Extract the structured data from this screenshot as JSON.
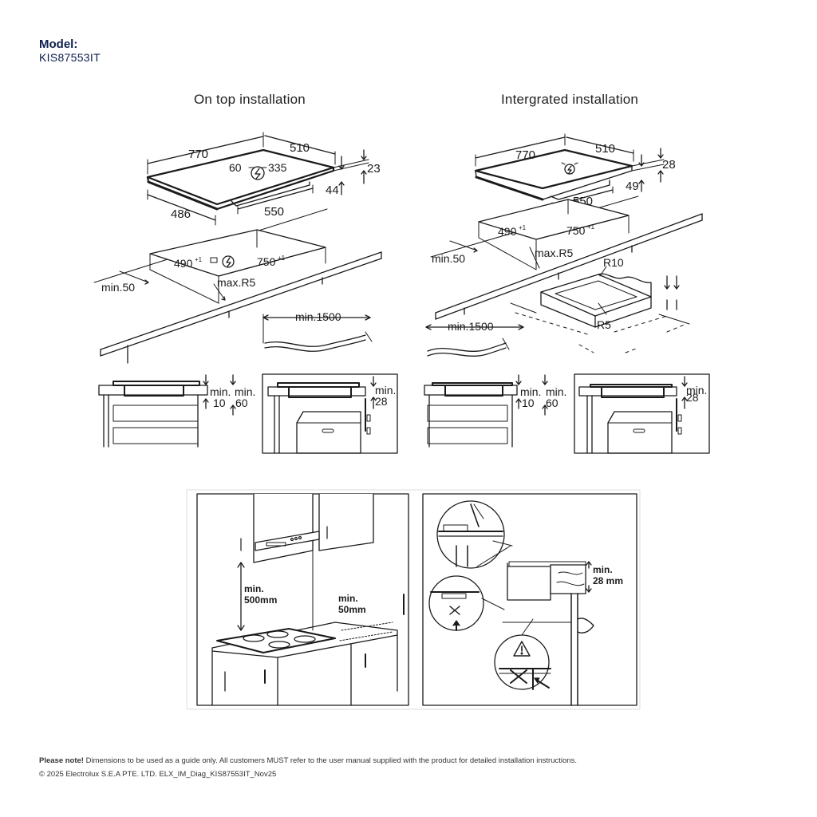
{
  "header": {
    "model_label": "Model:",
    "model_number": "KIS87553IT"
  },
  "sections": {
    "ontop_title": "On top installation",
    "integrated_title": "Intergrated installation"
  },
  "ontop": {
    "hob_width": "770",
    "hob_depth": "510",
    "hob_height": "23",
    "box_depth": "44",
    "ctrl_a": "60",
    "ctrl_b": "335",
    "hob_side": "486",
    "box_width": "550",
    "cut_depth": "490",
    "cut_width": "750",
    "cut_tol": "+1",
    "cut_radius": "max.R5",
    "edge_min": "min.50",
    "cable_min": "min.1500",
    "side1_min_a": "min.",
    "side1_val_a": "10",
    "side1_min_b": "min.",
    "side1_val_b": "60",
    "side2_min": "min.",
    "side2_val": "28"
  },
  "integrated": {
    "hob_width": "770",
    "hob_depth": "510",
    "hob_height": "28",
    "box_depth": "49",
    "box_width": "550",
    "cut_depth": "490",
    "cut_width": "750",
    "cut_tol": "+1",
    "cut_radius": "max.R5",
    "edge_min": "min.50",
    "frame_r10": "R10",
    "frame_r5": "R5",
    "cable_min": "min.1500",
    "side1_min_a": "min.",
    "side1_val_a": "10",
    "side1_min_b": "min.",
    "side1_val_b": "60",
    "side2_min": "min.",
    "side2_val": "28"
  },
  "kitchen": {
    "hood_min": "min.",
    "hood_val": "500mm",
    "wall_min": "min.",
    "wall_val": "50mm"
  },
  "worktop": {
    "thick_min": "min.",
    "thick_val": "28 mm"
  },
  "footer": {
    "note_label": "Please note!",
    "note_text": " Dimensions to be used as a guide only. All customers MUST refer to the user manual supplied with the product for detailed installation instructions.",
    "copyright": "© 2025 Electrolux S.E.A PTE. LTD.  ELX_IM_Diag_KIS87553IT_Nov25"
  }
}
